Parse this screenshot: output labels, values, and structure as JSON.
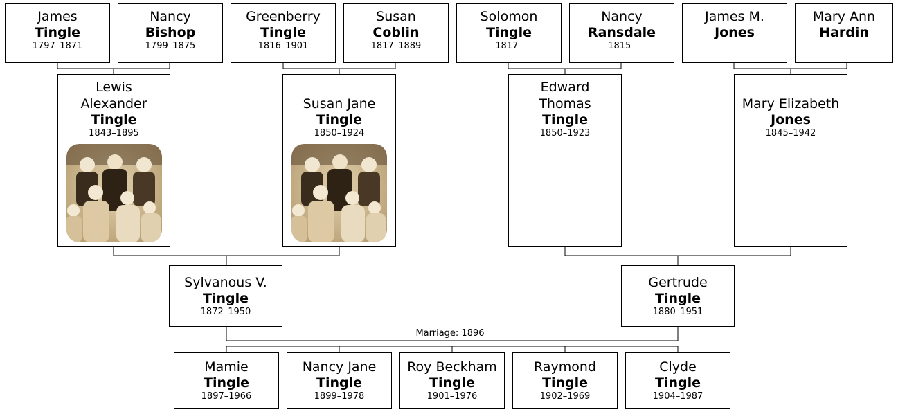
{
  "generation_1": [
    {
      "given": "James",
      "surname": "Tingle",
      "dates": "1797–1871"
    },
    {
      "given": "Nancy",
      "surname": "Bishop",
      "dates": "1799–1875"
    },
    {
      "given": "Greenberry",
      "surname": "Tingle",
      "dates": "1816–1901"
    },
    {
      "given": "Susan",
      "surname": "Coblin",
      "dates": "1817–1889"
    },
    {
      "given": "Solomon",
      "surname": "Tingle",
      "dates": "1817–"
    },
    {
      "given": "Nancy",
      "surname": "Ransdale",
      "dates": "1815–"
    },
    {
      "given": "James M.",
      "surname": "Jones",
      "dates": ""
    },
    {
      "given": "Mary Ann",
      "surname": "Hardin",
      "dates": ""
    }
  ],
  "generation_2": [
    {
      "given_line1": "Lewis",
      "given_line2": "Alexander",
      "surname": "Tingle",
      "dates": "1843–1895",
      "photo": "family-photo"
    },
    {
      "given_line1": "",
      "given_line2": "Susan Jane",
      "surname": "Tingle",
      "dates": "1850–1924",
      "photo": "family-photo"
    },
    {
      "given_line1": "Edward",
      "given_line2": "Thomas",
      "surname": "Tingle",
      "dates": "1850–1923",
      "photo": ""
    },
    {
      "given_line1": "",
      "given_line2": "Mary Elizabeth",
      "surname": "Jones",
      "dates": "1845–1942",
      "photo": ""
    }
  ],
  "generation_3": [
    {
      "given": "Sylvanous V.",
      "surname": "Tingle",
      "dates": "1872–1950"
    },
    {
      "given": "Gertrude",
      "surname": "Tingle",
      "dates": "1880–1951"
    }
  ],
  "marriage_label": "Marriage: 1896",
  "children": [
    {
      "given": "Mamie",
      "surname": "Tingle",
      "dates": "1897–1966"
    },
    {
      "given": "Nancy Jane",
      "surname": "Tingle",
      "dates": "1899–1978"
    },
    {
      "given": "Roy Beckham",
      "surname": "Tingle",
      "dates": "1901–1976"
    },
    {
      "given": "Raymond",
      "surname": "Tingle",
      "dates": "1902–1969"
    },
    {
      "given": "Clyde",
      "surname": "Tingle",
      "dates": "1904–1987"
    }
  ],
  "colors": {
    "line": "#000000",
    "box_border": "#000000",
    "photo_tone": "#c9b48c"
  }
}
